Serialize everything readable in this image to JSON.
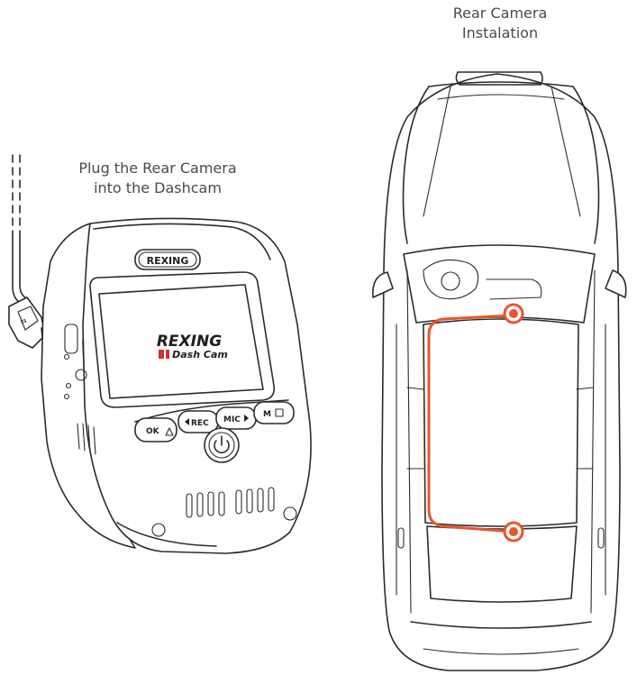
{
  "captions": {
    "plug": [
      "Plug the Rear Camera",
      "into the Dashcam"
    ],
    "rear": [
      "Rear Camera",
      "Instalation"
    ]
  },
  "dashcam": {
    "brand_badge": "REXING",
    "screen_logo_top": "REXING",
    "screen_logo_bottom": "Dash Cam",
    "buttons": [
      "OK",
      "REC",
      "MIC",
      "M"
    ]
  },
  "colors": {
    "cable": "#e8552a",
    "line": "#2b2b2b",
    "logo_red": "#d62f2f"
  },
  "icons": [
    "power-icon",
    "usb-plug-icon",
    "play-icon"
  ]
}
